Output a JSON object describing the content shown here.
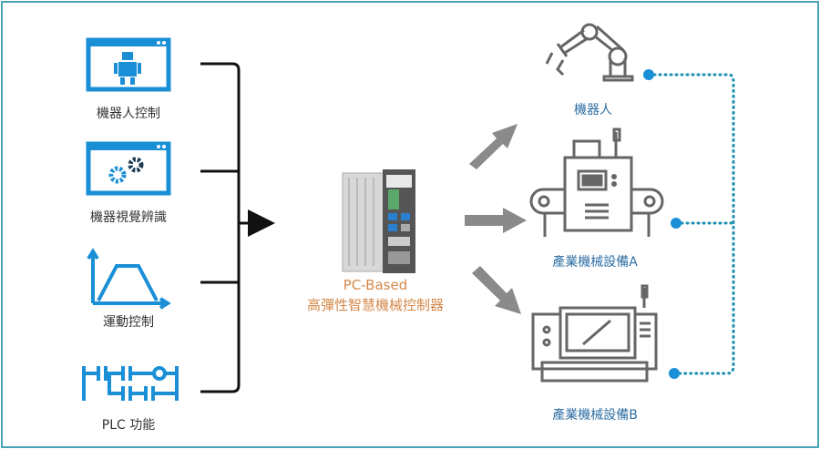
{
  "inputs": [
    {
      "label": "機器人控制",
      "icon": "robot-window-icon"
    },
    {
      "label": "機器視覺辨識",
      "icon": "gears-window-icon"
    },
    {
      "label": "運動控制",
      "icon": "motion-profile-icon"
    },
    {
      "label": "PLC 功能",
      "icon": "ladder-logic-icon"
    }
  ],
  "controller": {
    "line1": "PC-Based",
    "line2": "高彈性智慧機械控制器",
    "icon": "industrial-pc-icon"
  },
  "outputs": [
    {
      "label": "機器人",
      "icon": "robot-arm-icon"
    },
    {
      "label": "產業機械設備A",
      "icon": "conveyor-machine-icon"
    },
    {
      "label": "產業機械設備B",
      "icon": "machine-tool-icon"
    }
  ],
  "colors": {
    "accent": "#1a8fd6",
    "dark": "#1d3b55",
    "gray": "#8a8a8a",
    "orange": "#d4884a",
    "label_blue": "#2f6fa3",
    "dots": "#1a8fb0"
  }
}
